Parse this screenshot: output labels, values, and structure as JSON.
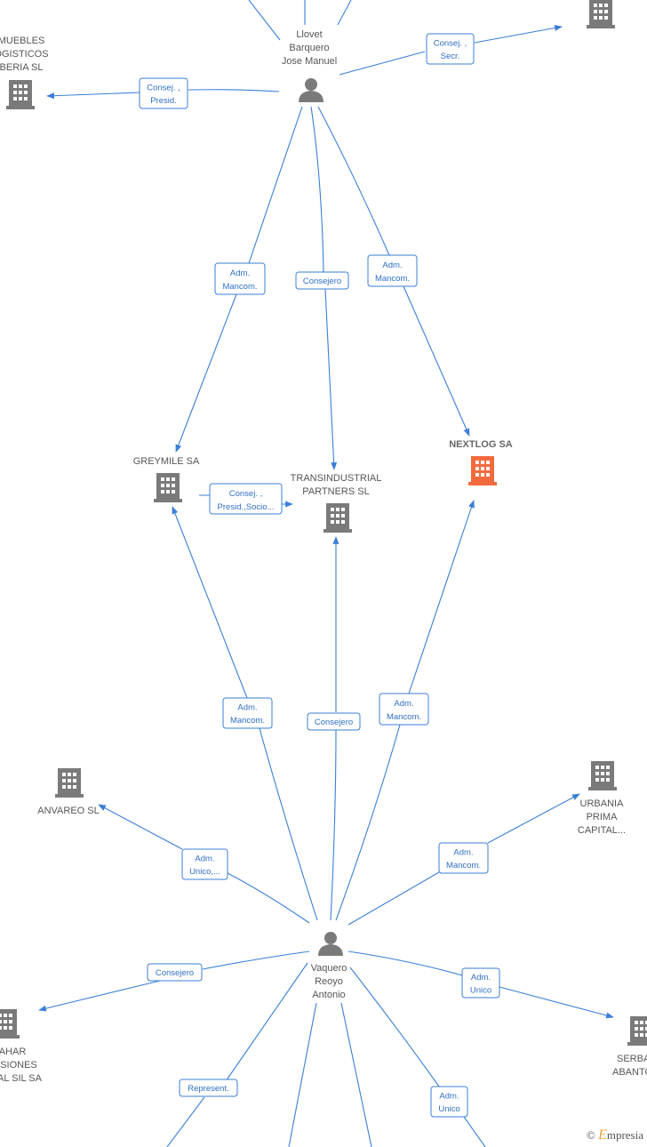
{
  "nodes": {
    "llovet": {
      "name_lines": [
        "Llovet",
        "Barquero",
        "Jose Manuel"
      ]
    },
    "inmuebles": {
      "name_lines": [
        "MUEBLES",
        "OGISTICOS",
        "BERIA  SL"
      ]
    },
    "greymile": {
      "name_lines": [
        "GREYMILE SA"
      ]
    },
    "transindustrial": {
      "name_lines": [
        "TRANSINDUSTRIAL",
        "PARTNERS  SL"
      ]
    },
    "nextlog": {
      "name_lines": [
        "NEXTLOG SA"
      ]
    },
    "anvareo": {
      "name_lines": [
        "ANVAREO  SL"
      ]
    },
    "urbania": {
      "name_lines": [
        "URBANIA",
        "PRIMA",
        "CAPITAL..."
      ]
    },
    "vaquero": {
      "name_lines": [
        "Vaquero",
        "Reoyo",
        "Antonio"
      ]
    },
    "ahar": {
      "name_lines": [
        "AHAR",
        "SIONES",
        "AL SIL SA"
      ]
    },
    "serba": {
      "name_lines": [
        "SERBA",
        "ABANTO"
      ]
    }
  },
  "edge_labels": {
    "llovet_secr": [
      "Consej. ,",
      "Secr."
    ],
    "llovet_presid": [
      "Consej. ,",
      "Presid."
    ],
    "llovet_greymile": [
      "Adm.",
      "Mancom."
    ],
    "llovet_trans": [
      "Consejero"
    ],
    "llovet_nextlog": [
      "Adm.",
      "Mancom."
    ],
    "greymile_trans": [
      "Consej. ,",
      "Presid.,Socio..."
    ],
    "vaq_greymile": [
      "Adm.",
      "Mancom."
    ],
    "vaq_trans": [
      "Consejero"
    ],
    "vaq_nextlog": [
      "Adm.",
      "Mancom."
    ],
    "vaq_anvareo": [
      "Adm.",
      "Unico,..."
    ],
    "vaq_urbania": [
      "Adm.",
      "Mancom."
    ],
    "vaq_ahar": [
      "Consejero"
    ],
    "vaq_serba": [
      "Adm.",
      "Unico"
    ],
    "vaq_represent": [
      "Represent."
    ],
    "vaq_bottom_right": [
      "Adm.",
      "Unico"
    ]
  },
  "watermark": {
    "copyright": "©",
    "brand_initial": "E",
    "brand_rest": "mpresia"
  },
  "colors": {
    "edge": "#3b7fd6",
    "node": "#7a7a7a",
    "highlight": "#f26a3d"
  }
}
